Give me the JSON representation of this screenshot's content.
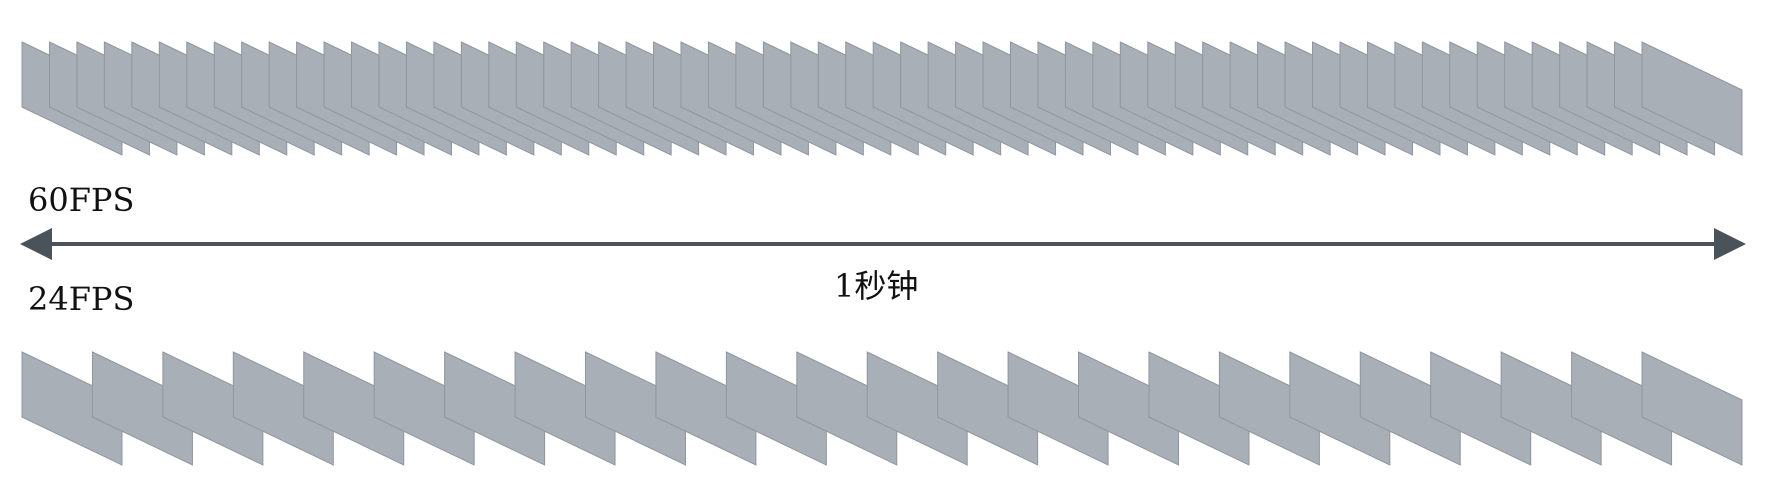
{
  "labels": {
    "fps_high": "60FPS",
    "fps_low": "24FPS",
    "duration": "1秒钟"
  },
  "strips": [
    {
      "name": "60fps-strip",
      "frame_count": 60
    },
    {
      "name": "24fps-strip",
      "frame_count": 24
    }
  ],
  "colors": {
    "frame_fill": "#a9afb6",
    "frame_stroke": "#8f969e",
    "arrow": "#4a525a",
    "text": "#111111"
  }
}
